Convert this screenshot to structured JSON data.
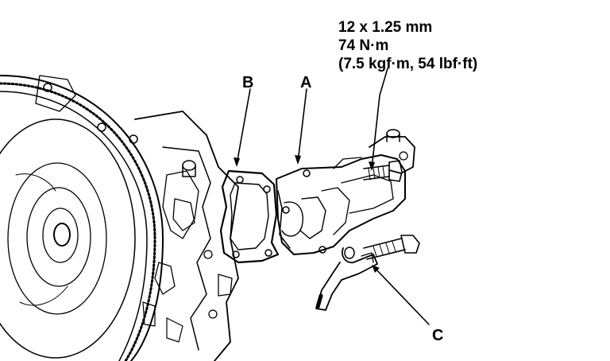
{
  "callouts": {
    "a": "A",
    "b": "B",
    "c": "C"
  },
  "torque_spec": {
    "line1": "12 x 1.25 mm",
    "line2": "74 N·m",
    "line3": "(7.5 kgf·m, 54 lbf·ft)"
  }
}
